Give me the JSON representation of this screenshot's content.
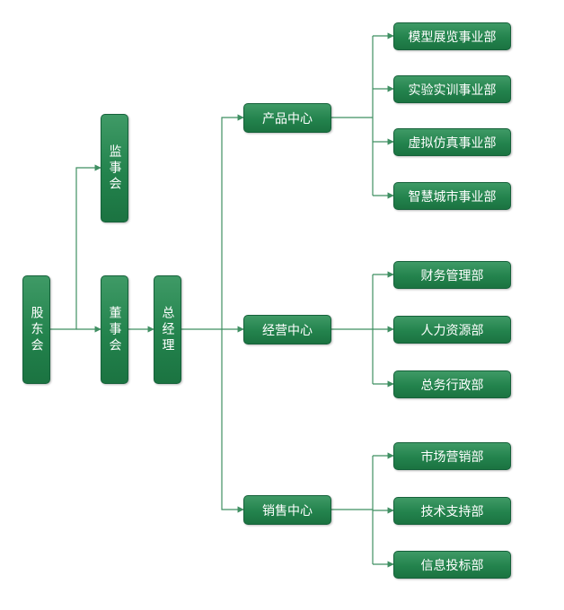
{
  "org": {
    "shareholders": "股东会",
    "supervisory": "监事会",
    "board": "董事会",
    "gm": "总经理",
    "centers": {
      "product": "产品中心",
      "operations": "经营中心",
      "sales": "销售中心"
    },
    "departments": {
      "model_exhibition": "模型展览事业部",
      "lab_training": "实验实训事业部",
      "virtual_sim": "虚拟仿真事业部",
      "smart_city": "智慧城市事业部",
      "finance": "财务管理部",
      "hr": "人力资源部",
      "admin": "总务行政部",
      "marketing": "市场营销部",
      "tech_support": "技术支持部",
      "bidding": "信息投标部"
    }
  },
  "colors": {
    "node_fill": "#238a50",
    "node_border": "#15613a",
    "connector": "#3f8f62",
    "node_text": "#ffffff"
  }
}
